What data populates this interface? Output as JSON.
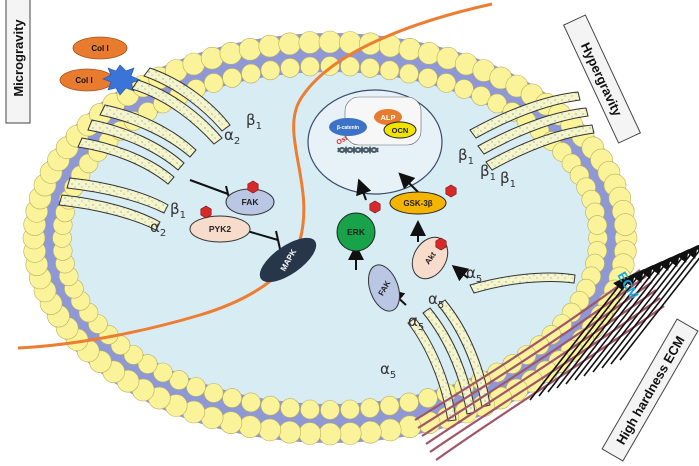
{
  "banners": {
    "microgravity": "Microgravity",
    "hypergravity": "Hypergravity",
    "high_hardness": "High hardness ECM"
  },
  "ecm_label": "ECM",
  "col": {
    "col1_a": "Col I",
    "col1_b": "Col I"
  },
  "proteins": {
    "fak_left": "FAK",
    "pyk2": "PYK2",
    "mapk": "MAPK",
    "fak_right": "FAK",
    "erk": "ERK",
    "akt": "Akt",
    "gsk": "GSK-3β"
  },
  "nucleus": {
    "title": "Osteogenic differentiation",
    "alp": "ALP",
    "ocn": "OCN",
    "beta_catenin": "β-catenin"
  },
  "integrins": {
    "a2_top": "α",
    "a2_top_sub": "2",
    "b1_top": "β",
    "b1_top_sub": "1",
    "b1_mid": "β",
    "b1_mid_sub": "1",
    "a2_mid": "α",
    "a2_mid_sub": "2",
    "b1_r1": "β",
    "b1_r1_sub": "1",
    "b1_r2": "β",
    "b1_r2_sub": "1",
    "b1_r3": "β",
    "b1_r3_sub": "1",
    "a5_1": "α",
    "a5_1_sub": "5",
    "a5_2": "α",
    "a5_2_sub": "5",
    "a5_3": "α",
    "a5_3_sub": "5",
    "a5_4": "α",
    "a5_4_sub": "5"
  },
  "colors": {
    "bead": "#fbf39a",
    "bead_stroke": "#b9b060",
    "membrane_band": "#8e98d6",
    "cytoplasm": "#d8ecf4",
    "nucleus_fill": "#e6f2f8",
    "orange_line": "#ed7d31",
    "col_fill": "#e97b2e",
    "star_fill": "#3b74d8",
    "fak_fill": "#b9c6e4",
    "pyk2_fill": "#f7dccc",
    "mapk_fill": "#28364a",
    "erk_fill": "#18a24a",
    "akt_fill": "#f7dccc",
    "gsk_fill": "#f4b400",
    "alp_fill": "#e97b2e",
    "ocn_fill": "#f1e200",
    "bcat_fill": "#3d73c6",
    "phospho": "#d62a2a",
    "ecm_fiber": "#a0566a",
    "ecm_label": "#1aa7e0"
  }
}
